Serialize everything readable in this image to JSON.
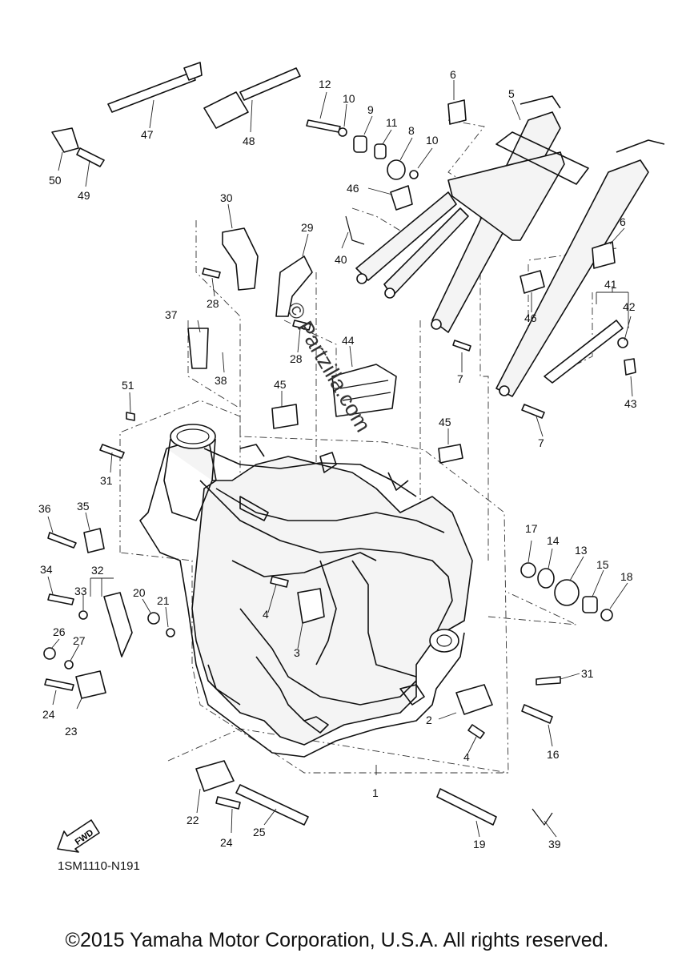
{
  "diagram": {
    "watermark": "© Partzilla.com",
    "code": "1SM1110-N191",
    "copyright": "©2015 Yamaha Motor Corporation, U.S.A. All rights reserved.",
    "fwd_label": "FWD",
    "callouts": [
      "1",
      "2",
      "3",
      "4",
      "4",
      "5",
      "6",
      "6",
      "7",
      "7",
      "8",
      "9",
      "10",
      "10",
      "11",
      "12",
      "13",
      "14",
      "15",
      "16",
      "17",
      "18",
      "19",
      "20",
      "21",
      "22",
      "23",
      "24",
      "24",
      "25",
      "26",
      "27",
      "28",
      "28",
      "29",
      "30",
      "31",
      "31",
      "32",
      "33",
      "34",
      "35",
      "36",
      "37",
      "38",
      "39",
      "40",
      "41",
      "42",
      "43",
      "44",
      "45",
      "45",
      "46",
      "46",
      "47",
      "48",
      "49",
      "50",
      "51"
    ]
  }
}
